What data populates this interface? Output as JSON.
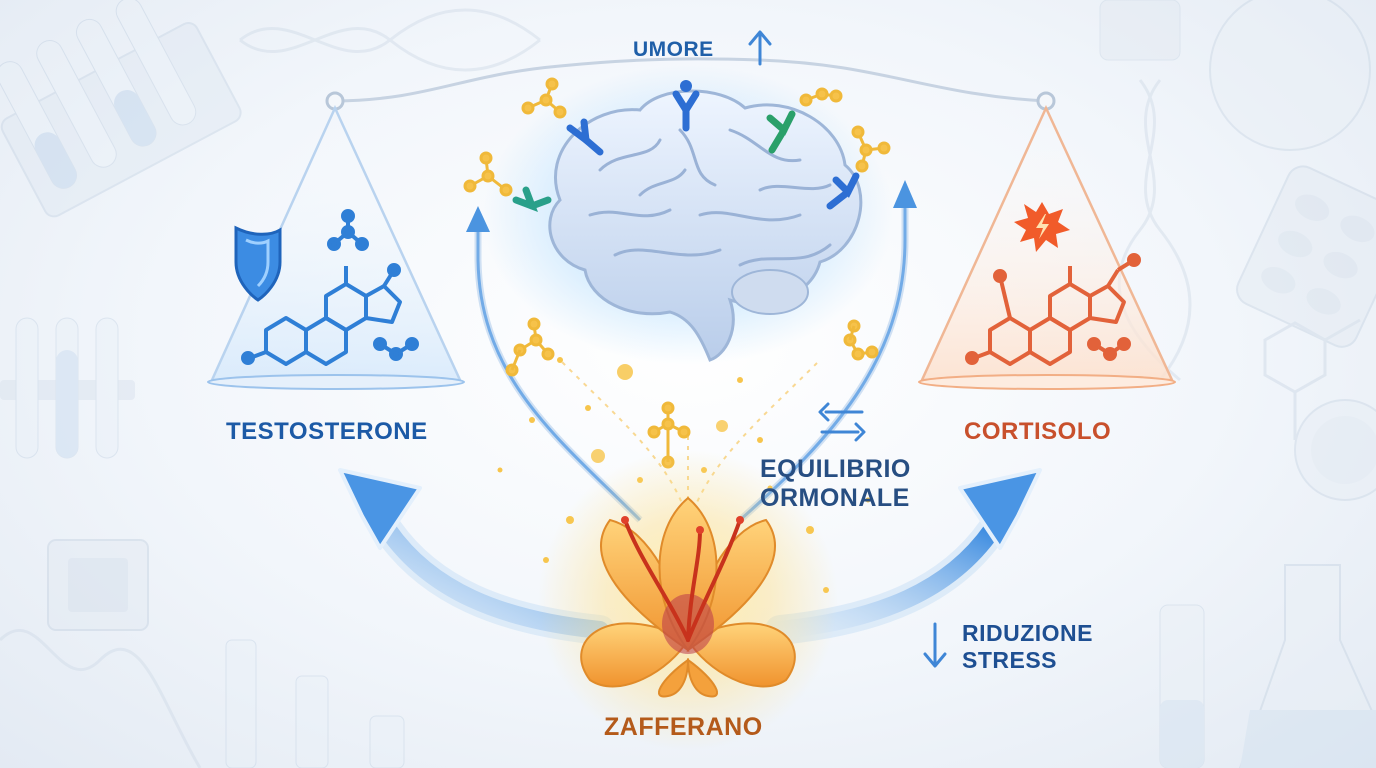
{
  "labels": {
    "mood": "UMORE",
    "testosterone": "TESTOSTERONE",
    "cortisol": "CORTISOLO",
    "balance_line1": "EQUILIBRIO",
    "balance_line2": "ORMONALE",
    "stress_line1": "RIDUZIONE",
    "stress_line2": "STRESS",
    "saffron": "ZAFFERANO"
  },
  "indicators": {
    "mood": "up",
    "stress": "down",
    "balance": "bidirectional"
  },
  "icons": {
    "testosterone_badge": "shield-icon",
    "cortisol_badge": "stress-burst-icon",
    "brain": "brain-icon",
    "saffron": "crocus-flower-icon"
  },
  "colors": {
    "testosterone": "#2f7fd6",
    "cortisol": "#e2623a",
    "mood": "#1f5fa8",
    "saffron_petal": "#f3a93d",
    "saffron_stigma": "#c8321c",
    "accent_gold": "#f0b93a",
    "balance_scale": "#c7d3e2"
  }
}
